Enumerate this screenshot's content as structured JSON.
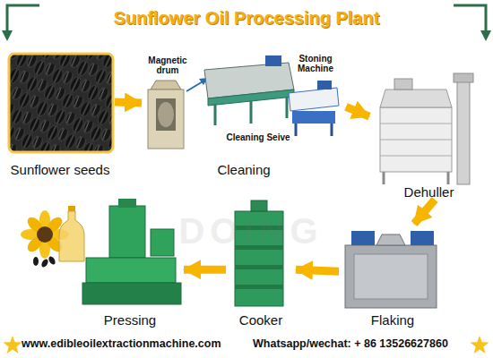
{
  "diagram": {
    "title": "Sunflower Oil Processing Plant",
    "nodes": [
      {
        "text": [
          "Sunflower seeds"
        ]
      },
      {
        "text": [
          "Cleaning"
        ]
      },
      {
        "text": [
          "Dehuller"
        ]
      },
      {
        "text": [
          "Flaking"
        ]
      },
      {
        "text": [
          "Cooker"
        ]
      },
      {
        "text": [
          "Pressing"
        ]
      }
    ],
    "edges": [
      {
        "from": 0,
        "to": 1,
        "arrow": "to"
      },
      {
        "from": 1,
        "to": 2,
        "arrow": "to"
      },
      {
        "from": 2,
        "to": 3,
        "arrow": "to"
      },
      {
        "from": 3,
        "to": 4,
        "arrow": "to"
      },
      {
        "from": 4,
        "to": 5,
        "arrow": "to"
      }
    ],
    "labels": [
      "Magnetic drum",
      "Cleaning Seive",
      "Stoning Machine",
      "DOING",
      "www.edibleoilextractionmachine.com",
      "Whatsapp/wechat: + 86 13526627860"
    ]
  }
}
